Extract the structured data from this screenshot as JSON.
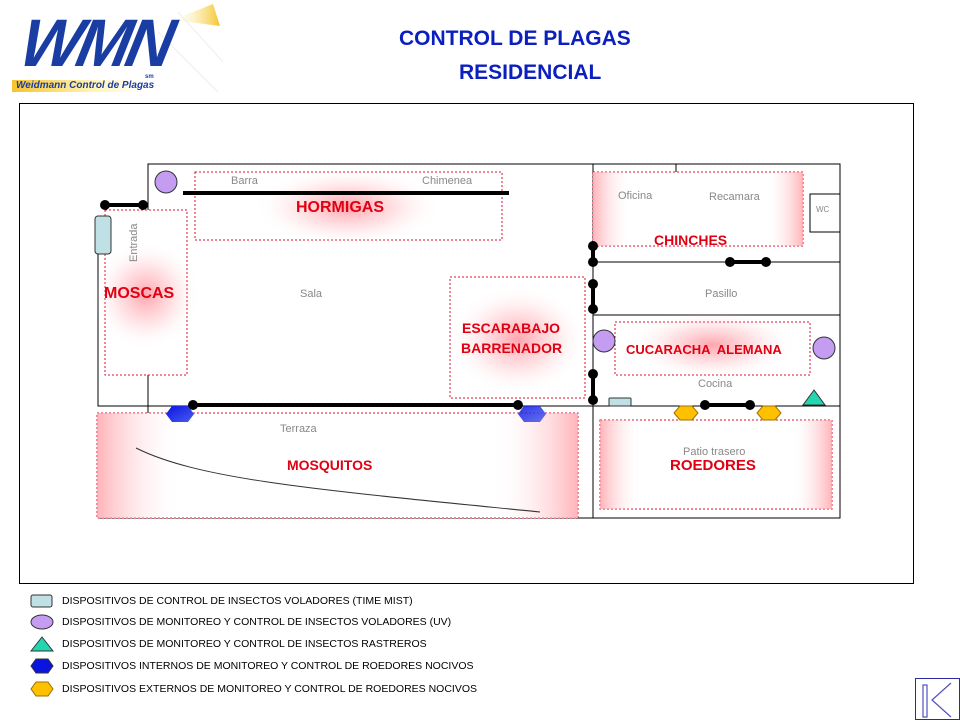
{
  "logo": {
    "brand": "WMN",
    "tagline": "Weidmann Control de Plagas",
    "tm": "sm"
  },
  "header": {
    "title_line1": "CONTROL DE PLAGAS",
    "title_line2": "RESIDENCIAL"
  },
  "rooms": {
    "barra": "Barra",
    "chimenea": "Chimenea",
    "entrada": "Entrada",
    "sala": "Sala",
    "oficina": "Oficina",
    "recamara": "Recamara",
    "wc": "WC",
    "pasillo": "Pasillo",
    "cocina": "Cocina",
    "terraza": "Terraza",
    "patio": "Patio trasero"
  },
  "pests": {
    "hormigas": "HORMIGAS",
    "moscas": "MOSCAS",
    "chinches": "CHINCHES",
    "escarabajo_1": "ESCARABAJO",
    "escarabajo_2": "BARRENADOR",
    "cucaracha": "CUCARACHA  ALEMANA",
    "mosquitos": "MOSQUITOS",
    "roedores": "ROEDORES"
  },
  "legend": [
    {
      "icon": "time-mist-device-icon",
      "color": "#bfe0e4",
      "label": "DISPOSITIVOS DE CONTROL DE INSECTOS VOLADORES (TIME MIST)"
    },
    {
      "icon": "uv-device-icon",
      "color": "#c49cf2",
      "label": "DISPOSITIVOS DE MONITOREO Y CONTROL DE INSECTOS VOLADORES (UV)"
    },
    {
      "icon": "crawling-insect-device-icon",
      "color": "#22d6b0",
      "label": "DISPOSITIVOS DE MONITOREO Y CONTROL DE INSECTOS RASTREROS"
    },
    {
      "icon": "internal-rodent-device-icon",
      "color": "#0a14e0",
      "label": "DISPOSITIVOS INTERNOS DE MONITOREO Y CONTROL DE ROEDORES NOCIVOS"
    },
    {
      "icon": "external-rodent-device-icon",
      "color": "#ffc000",
      "label": "DISPOSITIVOS EXTERNOS DE MONITOREO Y CONTROL DE ROEDORES NOCIVOS"
    }
  ],
  "colors": {
    "title": "#0b1fbf",
    "pest_text": "#e00012",
    "zone_border": "#d81030",
    "room_text": "#888888"
  },
  "nav": {
    "first_slide": "first-slide-button"
  }
}
